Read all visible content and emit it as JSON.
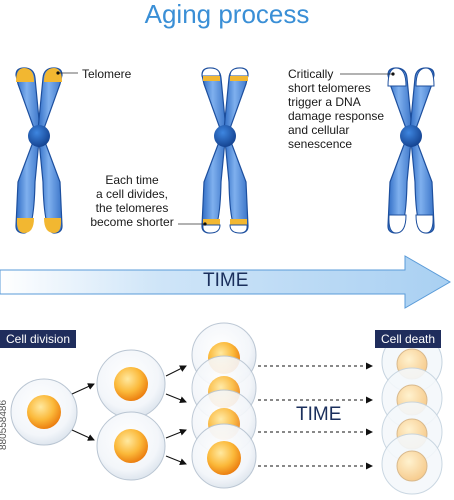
{
  "title": "Aging process",
  "labels": {
    "telomere": "Telomere",
    "divides": [
      "Each time",
      "a cell divides,",
      "the telomeres",
      "become shorter"
    ],
    "critical": [
      "Critically",
      "short telomeres",
      "trigger a DNA",
      "damage response",
      "and cellular",
      "senescence"
    ],
    "time_arrow": "TIME",
    "time_cells": "TIME",
    "cell_division": "Cell division",
    "cell_death": "Cell death"
  },
  "side_id": "880558486",
  "colors": {
    "title": "#3a8fd6",
    "chromosome": "#4a86d6",
    "centromere": "#1d5fb8",
    "telomere": "#f2b731",
    "arrow": "#c9e2f7",
    "tag": "#1f2d5c",
    "nucleus": "#f6a020"
  }
}
